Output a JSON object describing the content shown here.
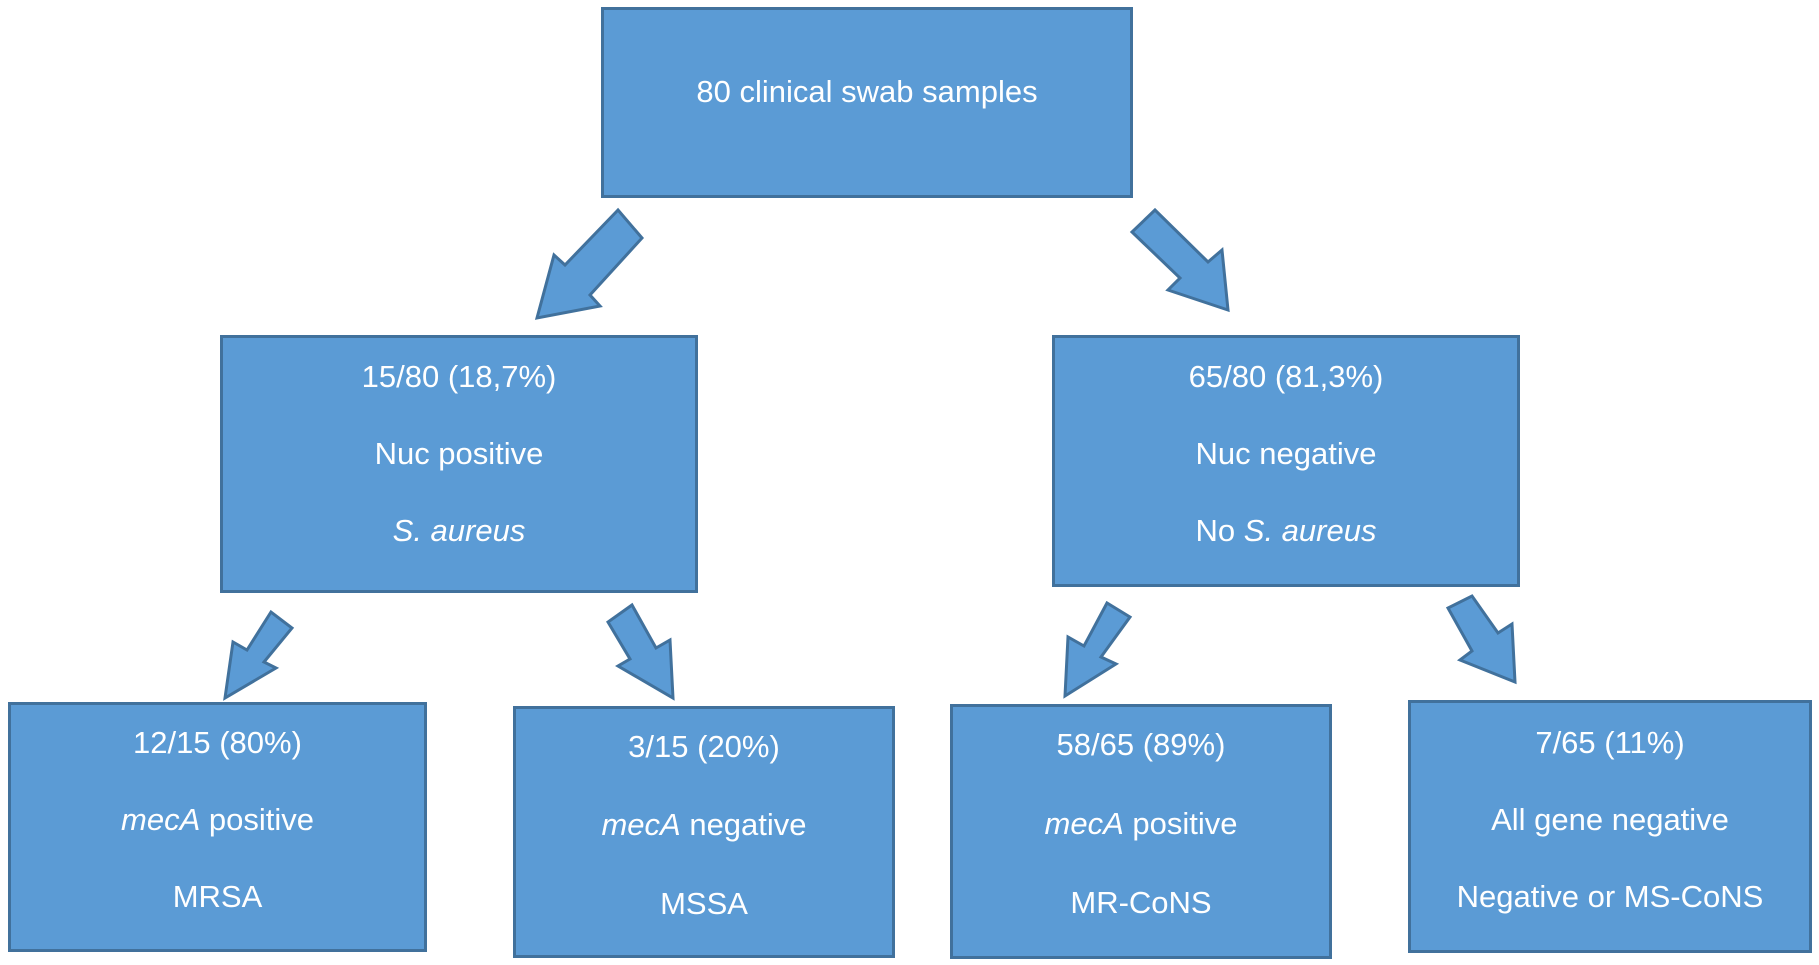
{
  "root": {
    "label": "80 clinical swab samples"
  },
  "nuc_positive": {
    "count": "15/80 (18,7%)",
    "result": "Nuc positive",
    "organism": "S. aureus"
  },
  "nuc_negative": {
    "count": "65/80 (81,3%)",
    "result": "Nuc negative",
    "organism_prefix": "No",
    "organism": "S. aureus"
  },
  "mrsa": {
    "count": "12/15 (80%)",
    "gene": "mecA",
    "result": "positive",
    "label": "MRSA"
  },
  "mssa": {
    "count": "3/15 (20%)",
    "gene": "mecA",
    "result": "negative",
    "label": "MSSA"
  },
  "mr_cons": {
    "count": "58/65 (89%)",
    "gene": "mecA",
    "result": "positive",
    "label": "MR-CoNS"
  },
  "all_negative": {
    "count": "7/65 (11%)",
    "result": "All gene negative",
    "label": "Negative or MS-CoNS"
  },
  "colors": {
    "box_fill": "#5b9bd5",
    "box_border": "#41719c",
    "text": "#ffffff"
  }
}
